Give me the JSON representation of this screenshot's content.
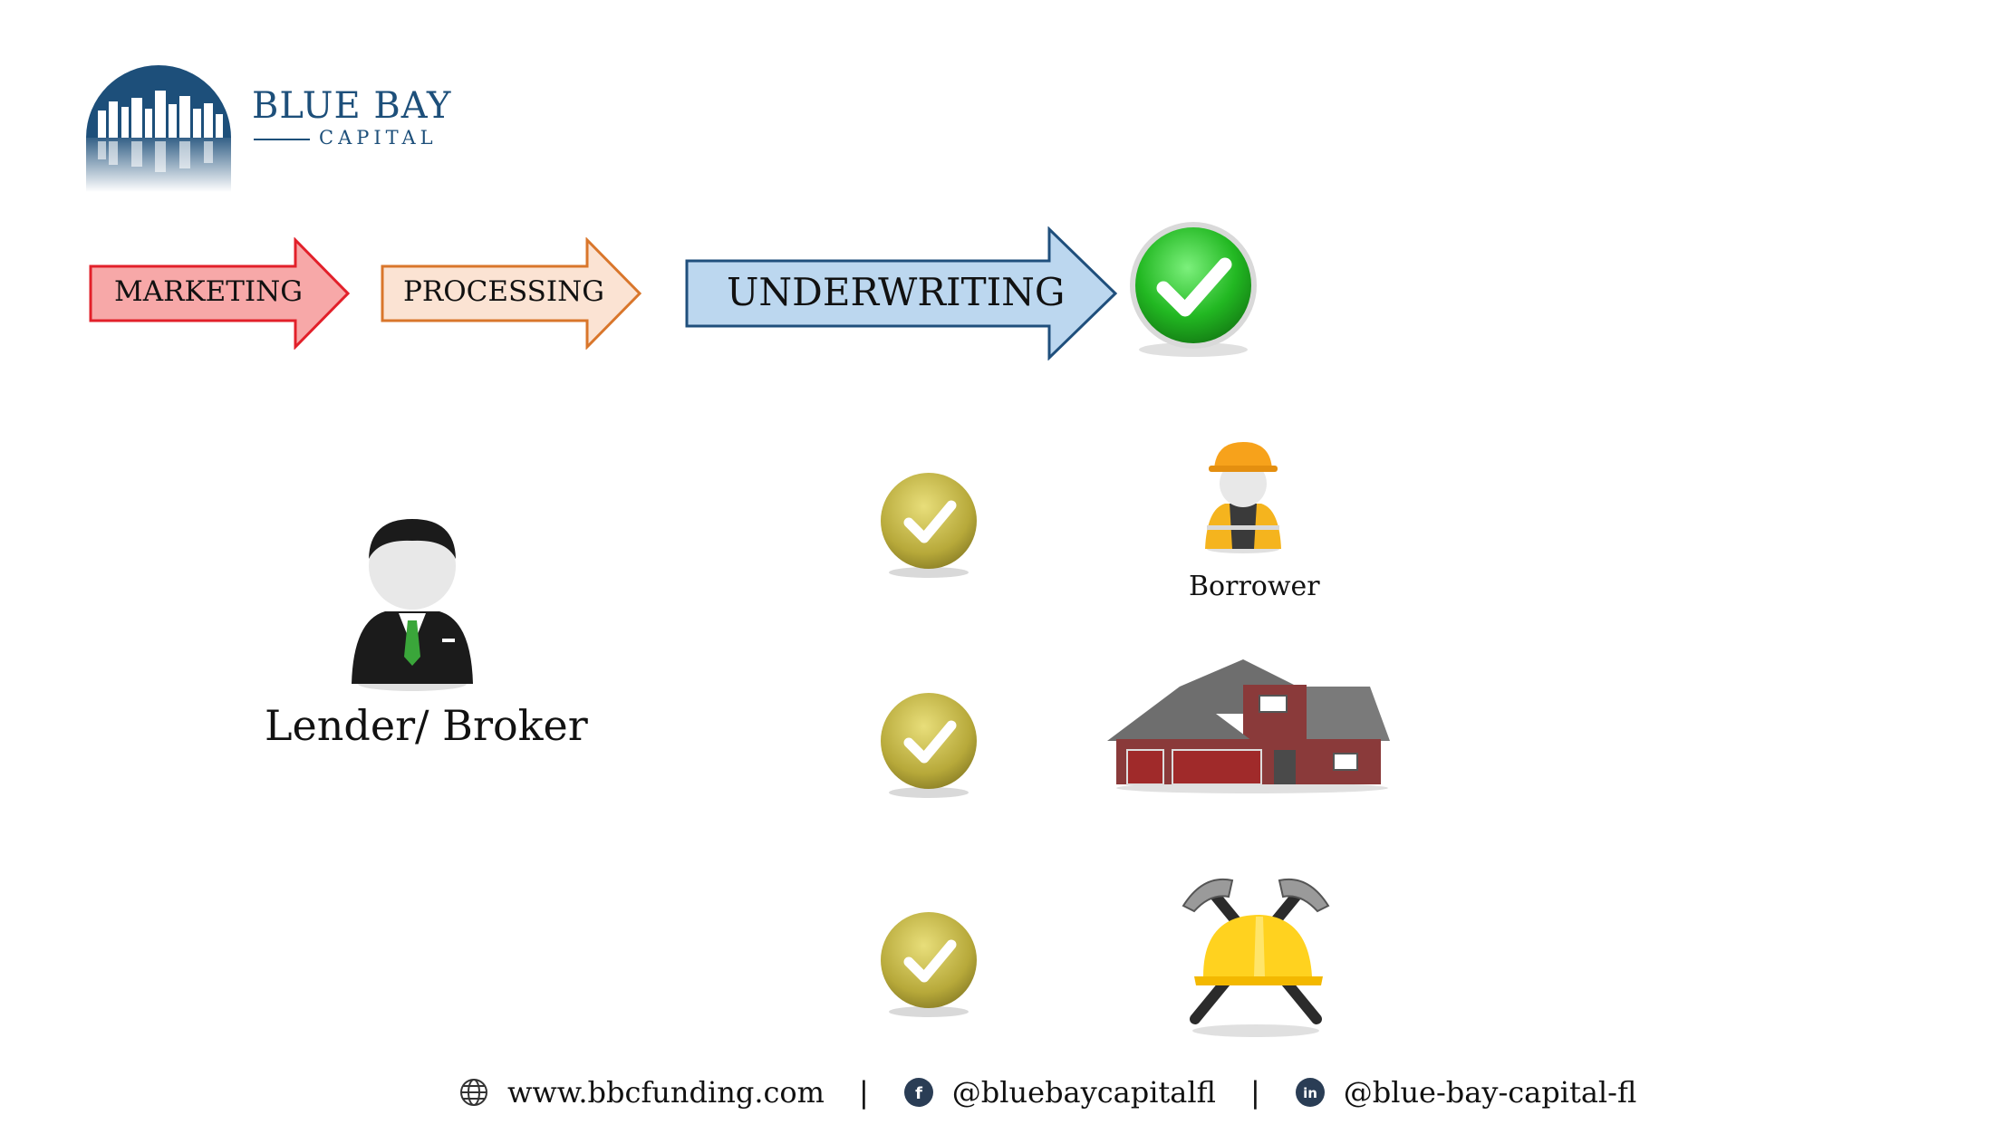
{
  "brand": {
    "name": "BLUE BAY",
    "subtitle": "CAPITAL"
  },
  "process_steps": [
    {
      "label": "MARKETING",
      "fill": "#f7a8a8",
      "stroke": "#e2202a"
    },
    {
      "label": "PROCESSING",
      "fill": "#fbe3d3",
      "stroke": "#d9762b"
    },
    {
      "label": "UNDERWRITING",
      "fill": "#bcd7ef",
      "stroke": "#1f4f7c"
    }
  ],
  "lender": {
    "label": "Lender/ Broker"
  },
  "checklist": [
    {
      "label": "Borrower",
      "icon": "borrower-icon"
    },
    {
      "label": "",
      "icon": "house-icon"
    },
    {
      "label": "",
      "icon": "hammers-hardhat-icon"
    }
  ],
  "footer": {
    "website": "www.bbcfunding.com",
    "separator": "|",
    "facebook": "@bluebaycapitalfl",
    "linkedin": "@blue-bay-capital-fl"
  },
  "colors": {
    "brand": "#1d4f7a",
    "approve_green": "#2fbf2f",
    "gold_check": "#b7a93a"
  }
}
